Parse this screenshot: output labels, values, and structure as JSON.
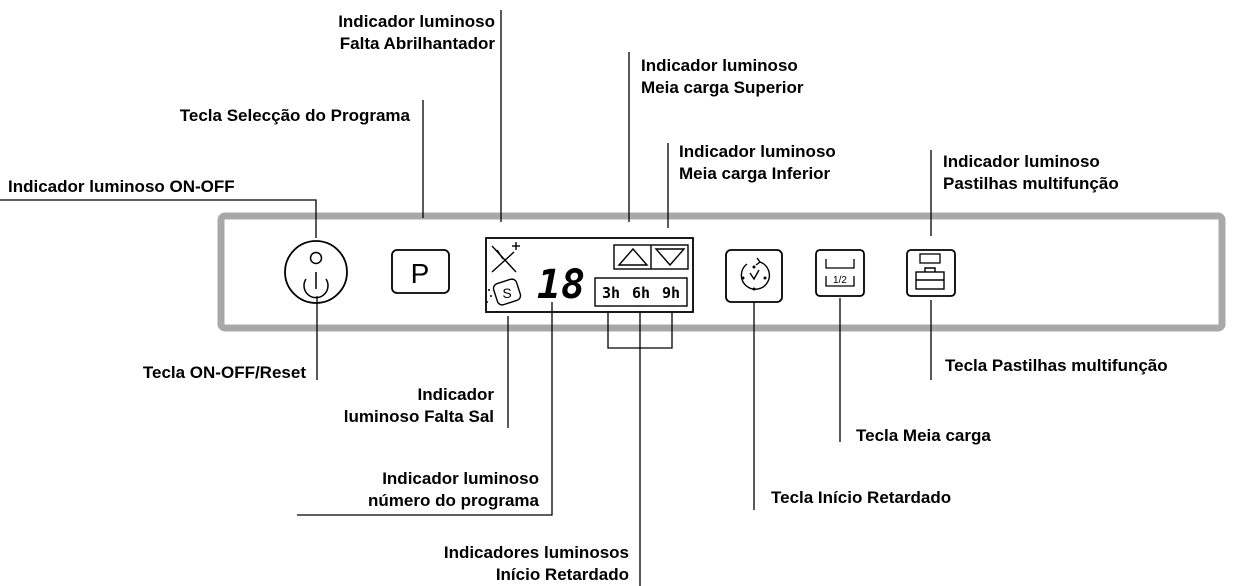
{
  "labels": {
    "rinse_aid": [
      "Indicador luminoso",
      "Falta Abrilhantador"
    ],
    "program_key": [
      "Tecla Selecção do Programa"
    ],
    "on_off_light": [
      "Indicador luminoso ON-OFF"
    ],
    "half_upper": [
      "Indicador luminoso",
      "Meia carga Superior"
    ],
    "half_lower": [
      "Indicador luminoso",
      "Meia carga Inferior"
    ],
    "tablets_light": [
      "Indicador luminoso",
      "Pastilhas multifunção"
    ],
    "on_off_key": [
      "Tecla ON-OFF/Reset"
    ],
    "salt": [
      "Indicador",
      "luminoso Falta Sal"
    ],
    "program_number": [
      "Indicador luminoso",
      "número do programa"
    ],
    "delay_lights": [
      "Indicadores luminosos",
      "Início Retardado"
    ],
    "delay_key": [
      "Tecla Início Retardado"
    ],
    "half_load_key": [
      "Tecla Meia carga"
    ],
    "tablets_key": [
      "Tecla Pastilhas multifunção"
    ]
  },
  "panel": {
    "program_button_letter": "P",
    "digit_display": "18",
    "delay_hours": [
      "3h",
      "6h",
      "9h"
    ],
    "half_load_icon_text": "1/2",
    "salt_symbol": "S"
  }
}
